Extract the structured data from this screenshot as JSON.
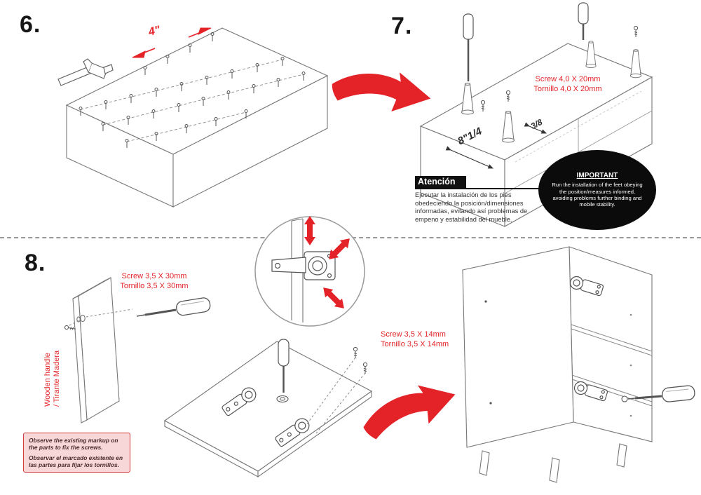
{
  "page": {
    "colors": {
      "red": "#e42328",
      "note_bg": "#f7d7d7",
      "note_border": "#cf3a3f"
    }
  },
  "steps": {
    "step6_label": "6.",
    "step7_label": "7.",
    "step8_label": "8."
  },
  "step6": {
    "dim_label": "4\""
  },
  "step7": {
    "screw_en": "Screw 4,0 X 20mm",
    "screw_es": "Tornillo 4,0 X 20mm",
    "dim_large": "8\"1/4",
    "dim_small": "3/8",
    "important": {
      "title": "IMPORTANT",
      "body": "Run the installation of the feet obeying the position/measures informed, avoiding problems further binding and mobile stability."
    },
    "atencion": {
      "title": "Atención",
      "body": "Ejecutar la instalación de los pies obedeciendo la posición/dimensiones informadas, evitando así problemas de empeno y estabilidad del mueble."
    }
  },
  "step8": {
    "handle_screw_en": "Screw 3,5 X 30mm",
    "handle_screw_es": "Tornillo 3,5 X 30mm",
    "handle_name_en": "Wooden handle",
    "handle_name_es": "/ Tirante Madera",
    "hinge_screw_en": "Screw 3,5 X 14mm",
    "hinge_screw_es": "Tornillo 3,5 X 14mm",
    "note_en": "Observe the existing markup on the parts to fix the screws.",
    "note_es": "Observar el marcado existente en las partes para fijar los tornillos."
  }
}
